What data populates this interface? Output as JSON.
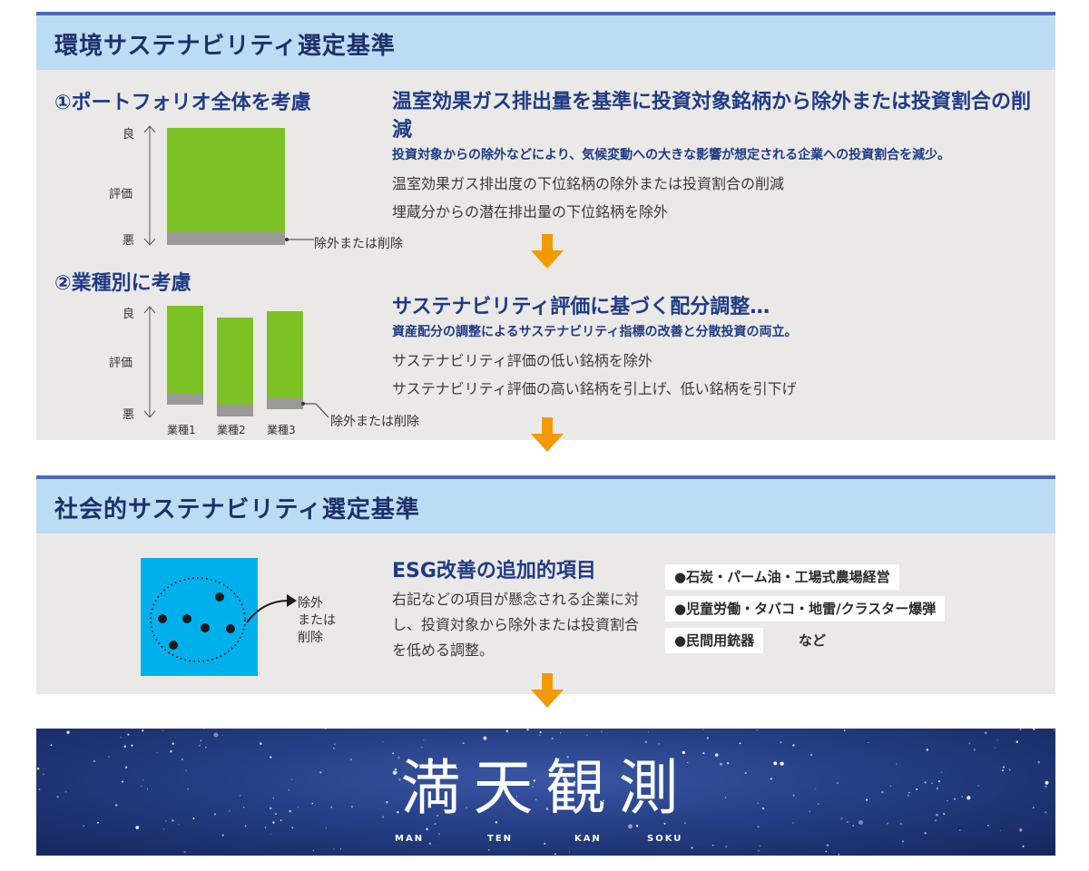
{
  "env_section": {
    "title": "環境サステナビリティ選定基準",
    "part1": {
      "heading": "①ポートフォリオ全体を考慮",
      "axis_top": "良",
      "axis_mid": "評価",
      "axis_bottom": "悪",
      "note": "除外または削除",
      "main_heading": "温室効果ガス排出量を基準に投資対象銘柄から除外または投資割合の削減",
      "subheading": "投資対象からの除外などにより、気候変動への大きな影響が想定される企業への投資割合を減少。",
      "items": [
        "温室効果ガス排出度の下位銘柄の除外または投資割合の削減",
        "埋蔵分からの潜在排出量の下位銘柄を除外"
      ]
    },
    "part2": {
      "heading": "②業種別に考慮",
      "axis_top": "良",
      "axis_mid": "評価",
      "axis_bottom": "悪",
      "categories": [
        "業種1",
        "業種2",
        "業種3"
      ],
      "note": "除外または削除",
      "main_heading": "サステナビリティ評価に基づく配分調整…",
      "subheading": "資産配分の調整によるサステナビリティ指標の改善と分散投資の両立。",
      "items": [
        "サステナビリティ評価の低い銘柄を除外",
        "サステナビリティ評価の高い銘柄を引上げ、低い銘柄を引下げ"
      ]
    }
  },
  "social_section": {
    "title": "社会的サステナビリティ選定基準",
    "diagram_label": "除外\nまたは\n削除",
    "main_heading": "ESG改善の追加的項目",
    "description": "右記などの項目が懸念される企業に対し、投資対象から除外または投資割合を低める調整。",
    "tags": [
      "●石炭・パーム油・工場式農場経営",
      "●児童労働・タバコ・地雷/クラスター爆弾",
      "●民間用銃器"
    ],
    "tags_suffix": "など"
  },
  "banner": {
    "title_chars": [
      "満",
      "天",
      "観",
      "測"
    ],
    "romaji": [
      "MAN",
      "TEN",
      "KAN",
      "SOKU"
    ]
  },
  "colors": {
    "navy": "#1f3b86",
    "header_bg": "#bcdcf3",
    "panel_bg": "#ebe9e7",
    "green": "#7dc225",
    "gray": "#9a9a9a",
    "orange": "#f39a00",
    "cyan": "#00b0ec",
    "night": "#253f86"
  }
}
